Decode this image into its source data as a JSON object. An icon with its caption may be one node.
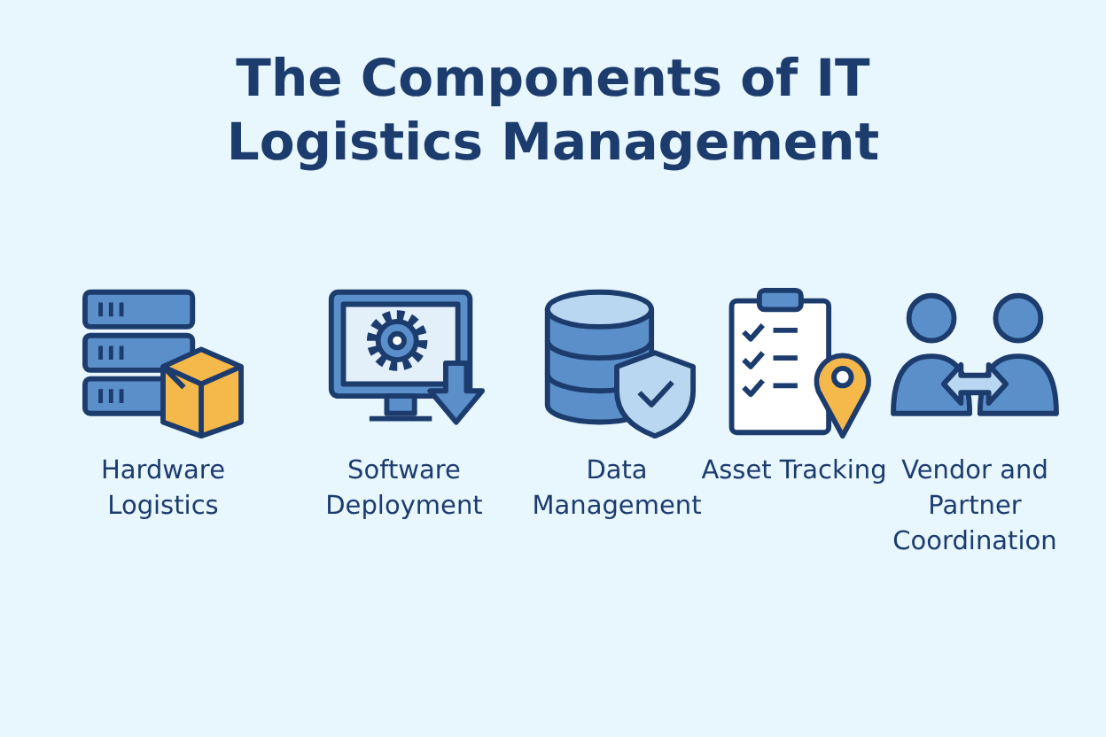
{
  "diagram": {
    "title": "The Components of IT Logistics Management",
    "nodes": [
      {
        "text": [
          "Hardware Logistics"
        ]
      },
      {
        "text": [
          "Software Deployment"
        ]
      },
      {
        "text": [
          "Data Management"
        ]
      },
      {
        "text": [
          "Asset Tracking"
        ]
      },
      {
        "text": [
          "Vendor and Partner Coordination"
        ]
      }
    ]
  }
}
